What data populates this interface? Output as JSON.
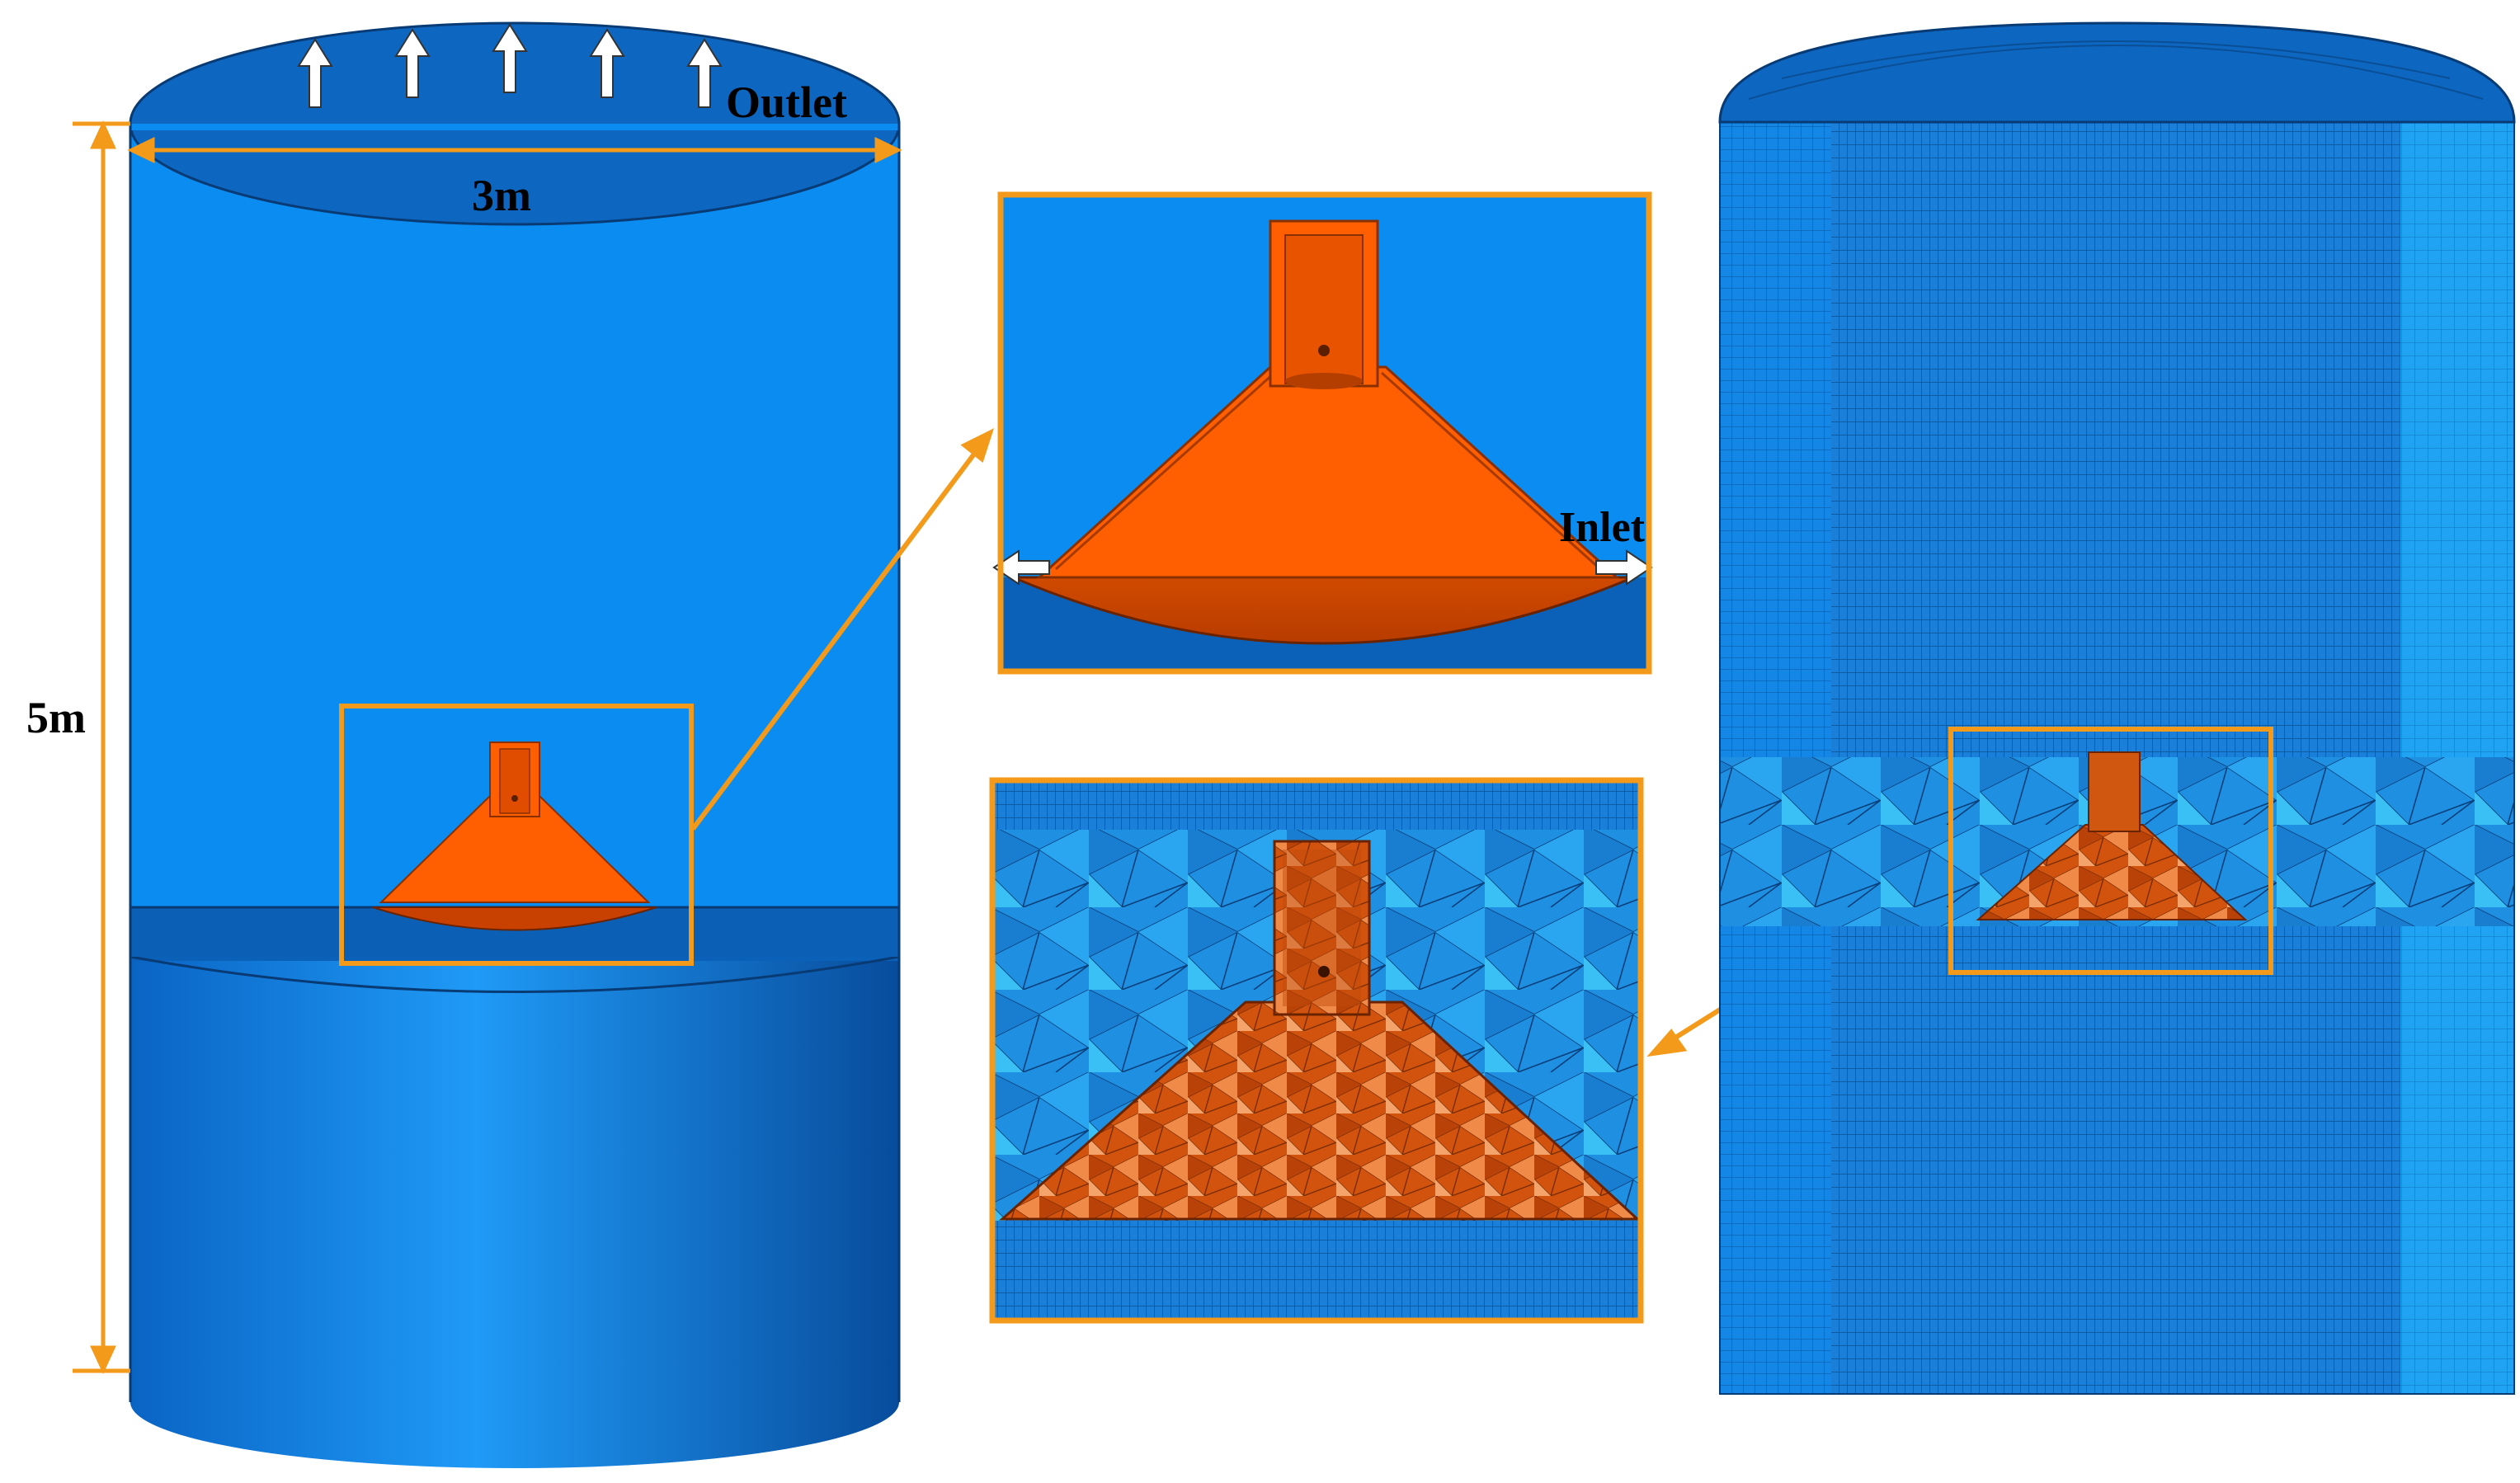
{
  "labels": {
    "outlet": "Outlet",
    "inlet": "Inlet",
    "diameter": "3m",
    "height": "5m"
  },
  "colors": {
    "fluid_blue": "#0a8cf0",
    "fluid_dark": "#0d6cc8",
    "outline_dark": "#0a3f7a",
    "cone_orange": "#ff5f00",
    "cone_dark": "#c94100",
    "highlight_box": "#f39a1a",
    "mesh_blue": "#2090e0"
  },
  "panels": [
    {
      "name": "geometry-overview",
      "content": "cylindrical domain with conical inlet device"
    },
    {
      "name": "zoom-device-geometry",
      "content": "enlarged conical device"
    },
    {
      "name": "zoom-device-mesh",
      "content": "enlarged tetrahedral mesh of device"
    },
    {
      "name": "mesh-overview",
      "content": "structured cylinder mesh with unstructured band"
    }
  ]
}
